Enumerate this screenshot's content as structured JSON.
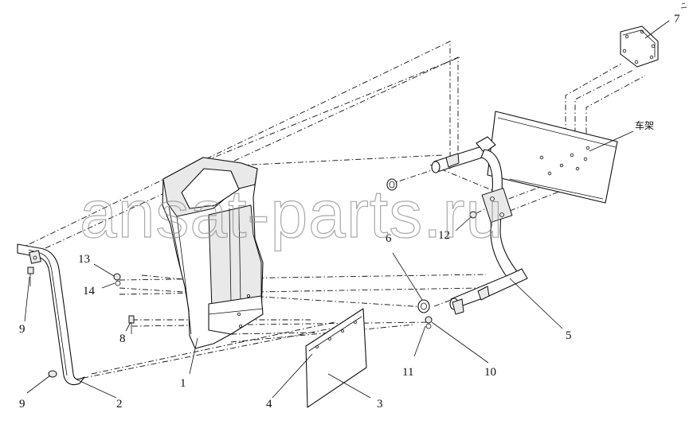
{
  "watermark": "ansat-parts.ru",
  "labels": {
    "l1": "1",
    "l2": "2",
    "l3": "3",
    "l4": "4",
    "l5": "5",
    "l6": "6",
    "l7": "7",
    "l8": "8",
    "l9a": "9",
    "l9b": "9",
    "l10": "10",
    "l11": "11",
    "l12": "12",
    "l13": "13",
    "l14": "14",
    "frame": "车架"
  }
}
